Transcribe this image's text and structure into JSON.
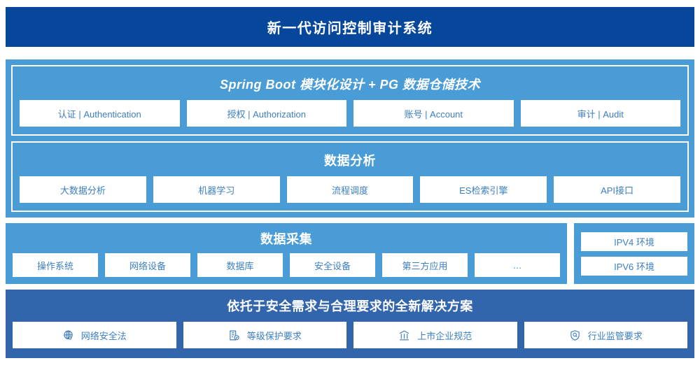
{
  "header": {
    "title": "新一代访问控制审计系统"
  },
  "architecture": {
    "groups": [
      {
        "title": "Spring Boot 模块化设计 + PG 数据仓储技术",
        "title_style": "italic",
        "items": [
          "认证 | Authentication",
          "授权 | Authorization",
          "账号 | Account",
          "审计 | Audit"
        ]
      },
      {
        "title": "数据分析",
        "title_style": "normal",
        "items": [
          "大数据分析",
          "机器学习",
          "流程调度",
          "ES检索引擎",
          "API接口"
        ]
      }
    ]
  },
  "collection": {
    "title": "数据采集",
    "items": [
      "操作系统",
      "网络设备",
      "数据库",
      "安全设备",
      "第三方应用",
      "…"
    ]
  },
  "environment": {
    "items": [
      "IPV4 环境",
      "IPV6 环境"
    ]
  },
  "solution": {
    "title": "依托于安全需求与合理要求的全新解决方案",
    "items": [
      {
        "label": "网络安全法",
        "icon": "globe-icon"
      },
      {
        "label": "等级保护要求",
        "icon": "document-check-icon"
      },
      {
        "label": "上市企业规范",
        "icon": "bank-icon"
      },
      {
        "label": "行业监管要求",
        "icon": "shield-search-icon"
      }
    ]
  },
  "colors": {
    "title_bar": "#06469b",
    "panel_light": "#4a9cd6",
    "panel_mid": "#3365ad",
    "chip_bg": "#ffffff",
    "chip_text": "#3d7fc1",
    "border": "#ffffff"
  }
}
